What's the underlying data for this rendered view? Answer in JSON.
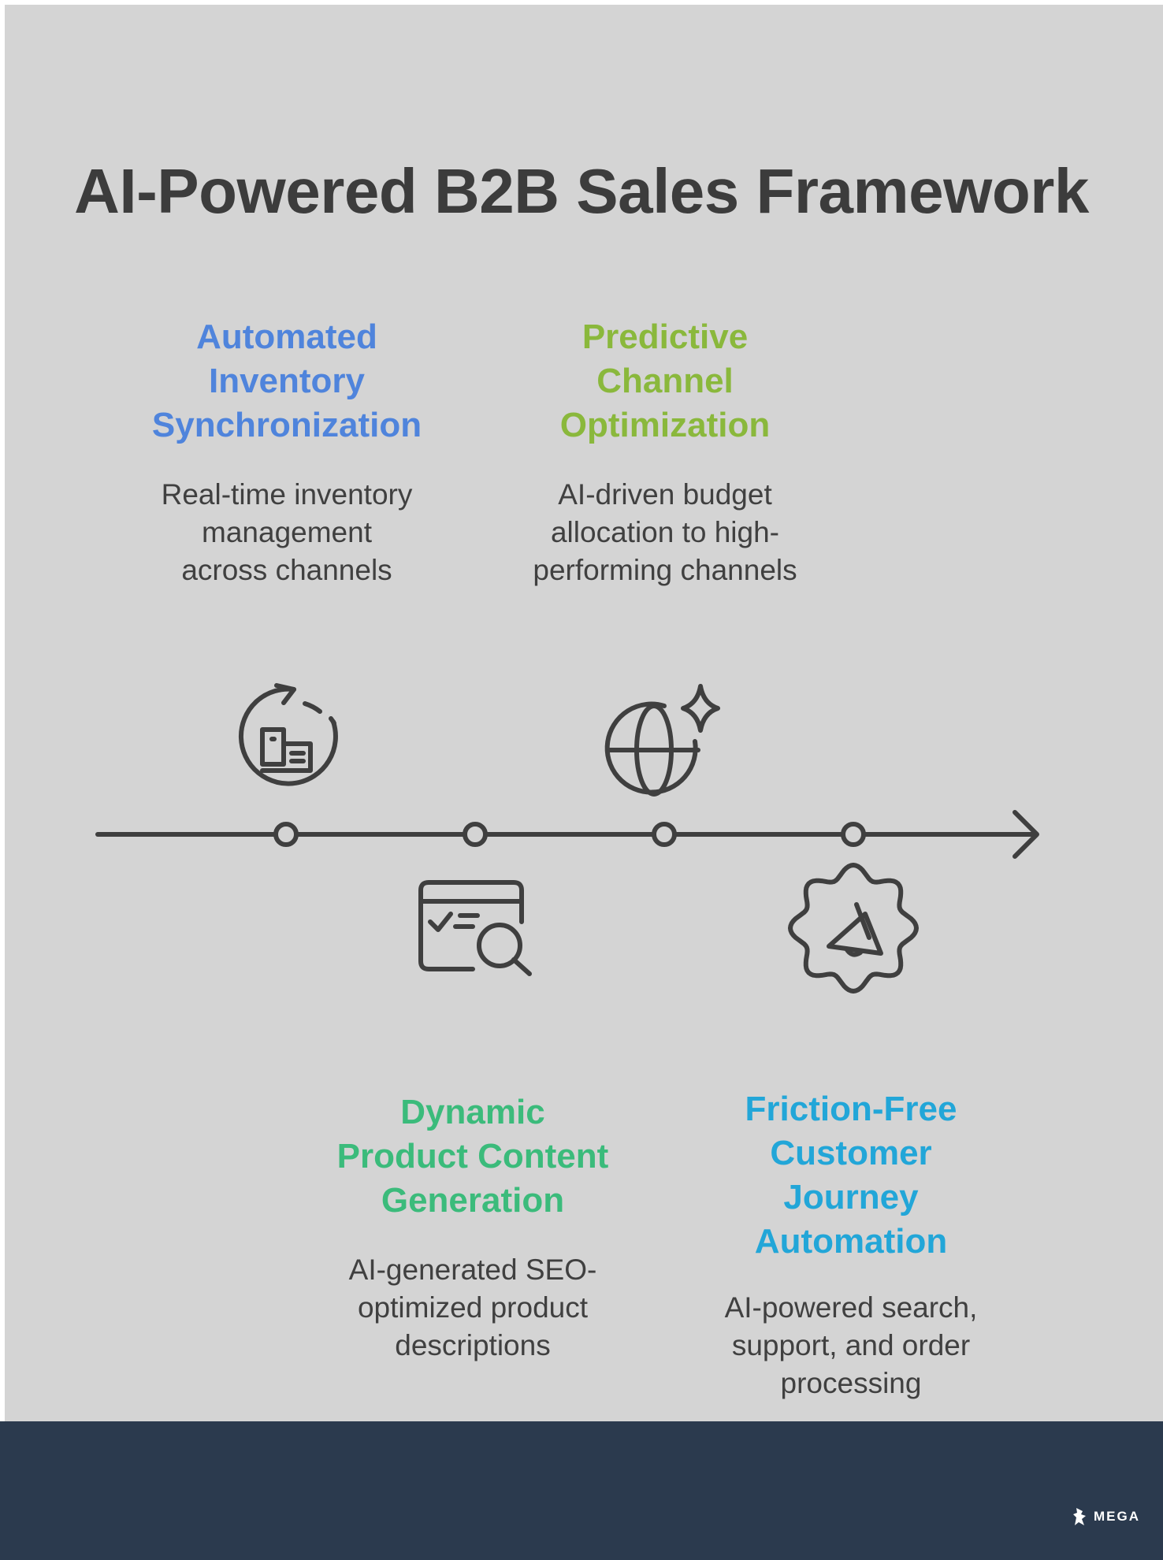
{
  "title": "AI-Powered B2B Sales Framework",
  "colors": {
    "background": "#d4d4d4",
    "footer": "#2b3a4e",
    "text": "#3c3c3c",
    "line": "#3f3f3f"
  },
  "steps": [
    {
      "heading_lines": [
        "Automated",
        "Inventory",
        "Synchronization"
      ],
      "description_lines": [
        "Real-time inventory",
        "management",
        "across channels"
      ],
      "color": "#4f84dc",
      "icon": "inventory-sync-icon",
      "position": "above"
    },
    {
      "heading_lines": [
        "Dynamic",
        "Product Content",
        "Generation"
      ],
      "description_lines": [
        "AI-generated SEO-",
        "optimized product",
        "descriptions"
      ],
      "color": "#3bbb7b",
      "icon": "content-search-icon",
      "position": "below"
    },
    {
      "heading_lines": [
        "Predictive",
        "Channel",
        "Optimization"
      ],
      "description_lines": [
        "AI-driven budget",
        "allocation to high-",
        "performing channels"
      ],
      "color": "#8ab83c",
      "icon": "globe-sparkle-icon",
      "position": "above"
    },
    {
      "heading_lines": [
        "Friction-Free",
        "Customer",
        "Journey",
        "Automation"
      ],
      "description_lines": [
        "AI-powered search,",
        "support, and order",
        "processing"
      ],
      "color": "#22a6d8",
      "icon": "gear-megaphone-icon",
      "position": "below"
    }
  ],
  "footer": {
    "brand": "MEGA",
    "logo_icon": "mega-logo-icon"
  }
}
